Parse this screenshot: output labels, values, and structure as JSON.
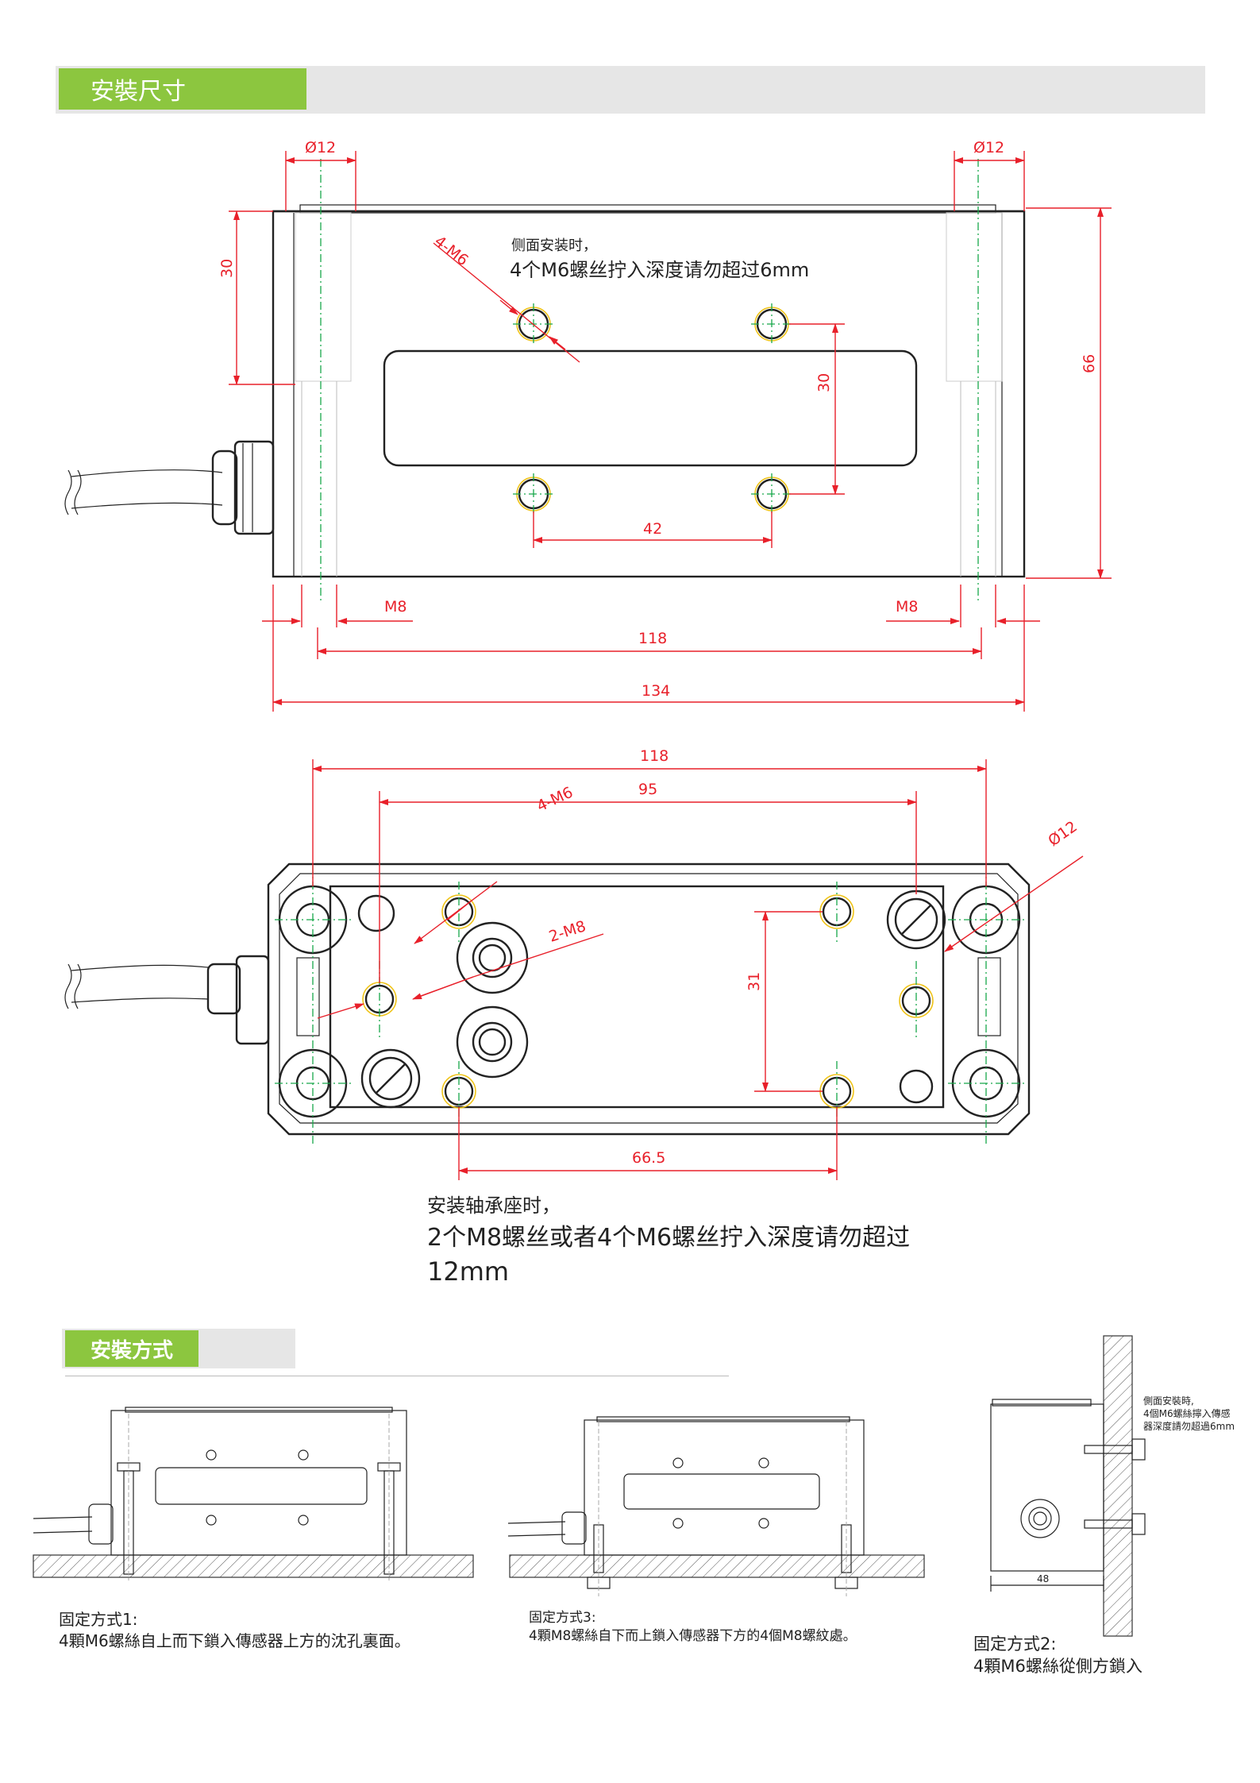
{
  "sections": {
    "dimensions_title": "安裝尺寸",
    "mounting_title": "安裝方式"
  },
  "top_view": {
    "dim_d12_left": "Ø12",
    "dim_d12_right": "Ø12",
    "dim_30_left": "30",
    "dim_30_inner": "30",
    "dim_66": "66",
    "dim_42": "42",
    "dim_m8_left": "M8",
    "dim_m8_right": "M8",
    "dim_118": "118",
    "dim_134": "134",
    "label_4m6": "4-M6",
    "note_line1": "侧面安装时，",
    "note_line2": "4个M6螺丝拧入深度请勿超过6mm"
  },
  "bottom_view": {
    "dim_118": "118",
    "dim_95": "95",
    "dim_d12": "Ø12",
    "label_4m6": "4-M6",
    "label_2m8": "2-M8",
    "dim_31": "31",
    "dim_66_5": "66.5",
    "note_line1": "安装轴承座时，",
    "note_line2": "2个M8螺丝或者4个M6螺丝拧入深度请勿超过",
    "note_line3": "12mm"
  },
  "methods": {
    "m1_title": "固定方式1:",
    "m1_desc": "4顆M6螺絲自上而下鎖入傳感器上方的沈孔裏面。",
    "m3_title": "固定方式3:",
    "m3_desc": "4顆M8螺絲自下而上鎖入傳感器下方的4個M8螺紋處。",
    "m2_title": "固定方式2:",
    "m2_desc": "4顆M6螺絲從側方鎖入",
    "m2_note_line1": "側面安裝時,",
    "m2_note_line2": "4個M6螺絲擰入傳感",
    "m2_note_line3": "器深度請勿超過6mm",
    "m2_dim_48": "48"
  },
  "colors": {
    "accent_green": "#8cc63f",
    "dimension_red": "#e8202a",
    "centerline_green": "#18a84a",
    "section_gray": "#e6e6e6"
  }
}
